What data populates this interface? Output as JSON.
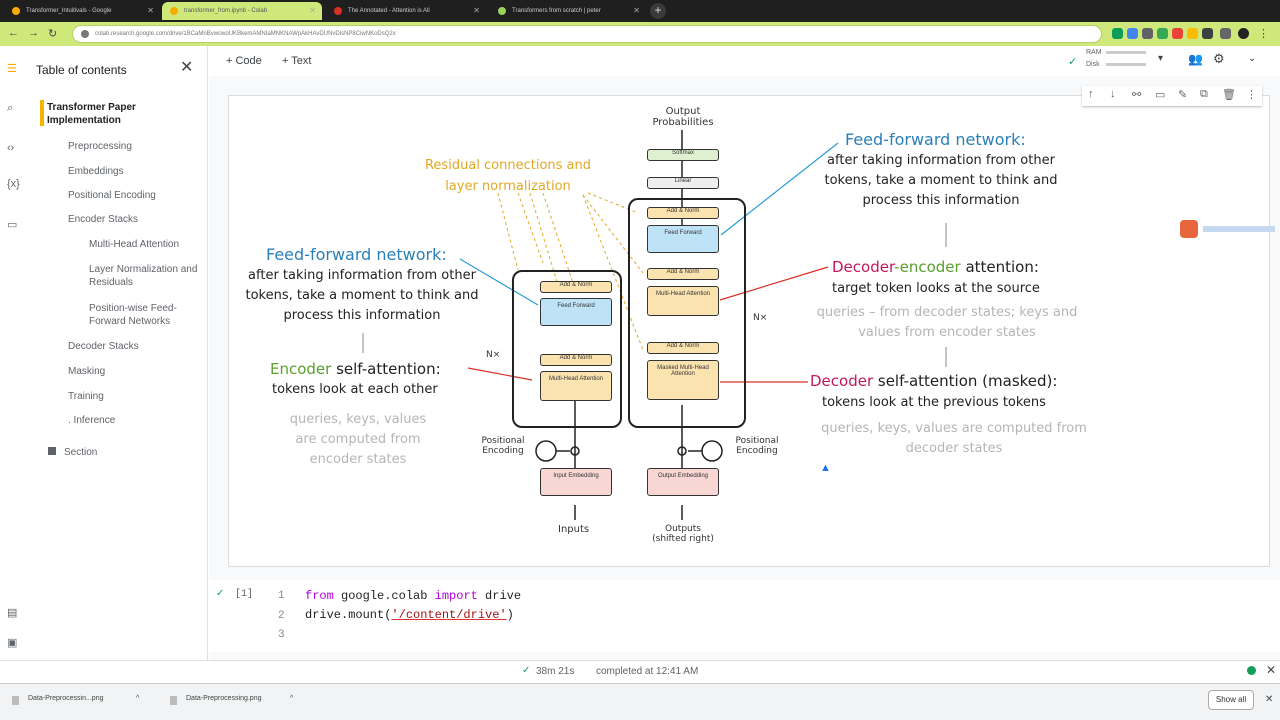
{
  "browser": {
    "tabs": [
      {
        "label": "Transformer_Intuitivals - Google"
      },
      {
        "label": "transformer_from.ipynb - Colab"
      },
      {
        "label": "The Annotated - Attention is All"
      },
      {
        "label": "Transformers from scratch | peter"
      }
    ],
    "new_tab": "+",
    "url": "colab.research.google.com/drive/1BCaMnBvwcwoUKBkemAMNIaMNKNAWpAkHAvDUNvDlsNP8CiwNKoDsQ2x"
  },
  "toolbar": {
    "add_code": "+ Code",
    "add_text": "+ Text",
    "ram_label": "RAM",
    "disk_label": "Disk"
  },
  "toc": {
    "title": "Table of contents",
    "items": [
      {
        "label": "Transformer Paper Implementation"
      },
      {
        "label": "Preprocessing"
      },
      {
        "label": "Embeddings"
      },
      {
        "label": "Positional Encoding"
      },
      {
        "label": "Encoder Stacks"
      },
      {
        "label": "Multi-Head Attention"
      },
      {
        "label": "Layer Normalization and Residuals"
      },
      {
        "label": "Position-wise Feed-Forward Networks"
      },
      {
        "label": "Decoder Stacks"
      },
      {
        "label": "Masking"
      },
      {
        "label": "Training"
      },
      {
        "label": ". Inference"
      },
      {
        "label": "Section"
      }
    ]
  },
  "diagram": {
    "output_probs": "Output Probabilities",
    "softmax": "Softmax",
    "linear": "Linear",
    "add_norm": "Add & Norm",
    "feed_forward": "Feed Forward",
    "multi_head": "Multi-Head Attention",
    "masked_multi_head": "Masked Multi-Head Attention",
    "input_embedding": "Input Embedding",
    "output_embedding": "Output Embedding",
    "positional_encoding": "Positional Encoding",
    "inputs": "Inputs",
    "outputs": "Outputs (shifted right)",
    "nx": "N×",
    "residual_note": "Residual connections and layer normalization",
    "ffn_title": "Feed-forward network:",
    "ffn_desc": "after taking information from other tokens, take a moment to think and process this information",
    "enc_self_word": "Encoder",
    "enc_self_rest": " self-attention:",
    "enc_self_desc": "tokens look at each other",
    "enc_self_sub": "queries, keys, values are computed from encoder states",
    "dec_enc_word1": "Decoder",
    "dec_enc_word2": "-encoder",
    "dec_enc_rest": " attention:",
    "dec_enc_desc": "target token looks at the source",
    "dec_enc_sub": "queries – from decoder states; keys and values from encoder states",
    "dec_self_word": "Decoder",
    "dec_self_rest": " self-attention (masked):",
    "dec_self_desc": "tokens look at the previous tokens",
    "dec_self_sub": "queries, keys, values are computed from decoder states"
  },
  "code_cell": {
    "exec_count": "[1]",
    "lines": [
      "1",
      "2",
      "3"
    ],
    "line1_kw1": "from",
    "line1_mid": " google.colab ",
    "line1_kw2": "import",
    "line1_end": " drive",
    "line2_start": "drive.mount(",
    "line2_str": "'/content/drive'",
    "line2_end": ")"
  },
  "status": {
    "check": "✓",
    "duration": "38m 21s",
    "completed": "completed at 12:41 AM"
  },
  "downloads": {
    "items": [
      "Data-Preprocessin...png",
      "Data-Preprocessing.png"
    ],
    "show_all": "Show all"
  }
}
